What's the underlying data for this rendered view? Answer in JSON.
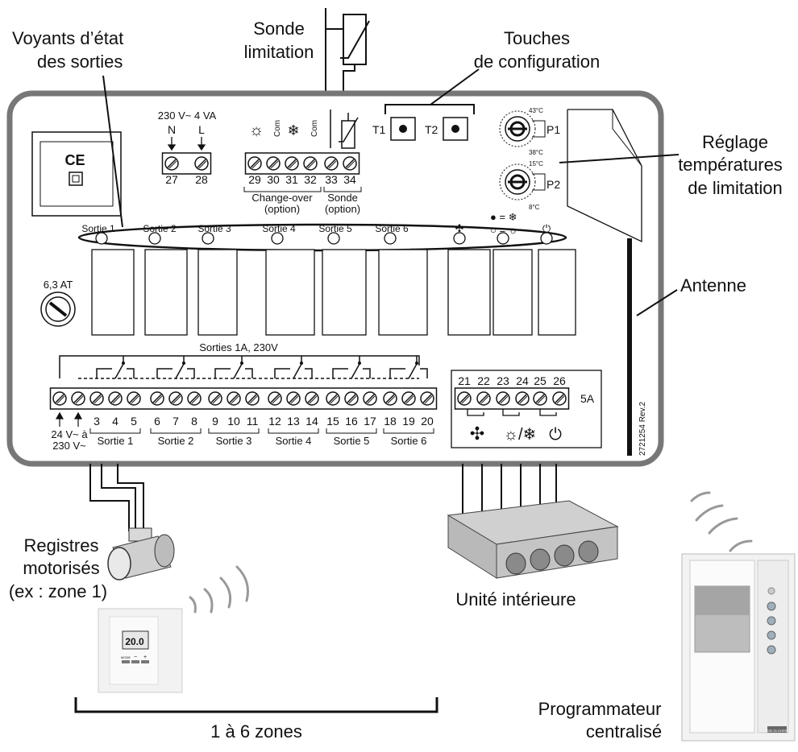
{
  "callouts": {
    "status_leds": [
      "Voyants d’état",
      "des sorties"
    ],
    "sensor": [
      "Sonde",
      "limitation"
    ],
    "config_keys": [
      "Touches",
      "de configuration"
    ],
    "temp_setting": [
      "Réglage",
      "températures",
      "de limitation"
    ],
    "antenna": "Antenne",
    "dampers": [
      "Registres",
      "motorisés",
      "(ex : zone 1)"
    ],
    "indoor_unit": "Unité intérieure",
    "programmer": [
      "Programmateur",
      "centralisé"
    ],
    "zones": "1 à 6 zones"
  },
  "board": {
    "ce_mark": "CE",
    "power_rating": "230 V~ 4 VA",
    "power_n": "N",
    "power_l": "L",
    "power_terminals": [
      "27",
      "28"
    ],
    "co_terminals": [
      "29",
      "30",
      "31",
      "32",
      "33",
      "34"
    ],
    "com_label": "Com",
    "change_over": [
      "Change-over",
      "(option)"
    ],
    "sonde_option": [
      "Sonde",
      "(option)"
    ],
    "t1": "T1",
    "t2": "T2",
    "p1": "P1",
    "p2": "P2",
    "p1_max": "43°C",
    "p1_min": "38°C",
    "p2_max": "15°C",
    "p2_min": "8°C",
    "fuse": "6,3 AT",
    "led_labels": [
      "Sortie 1",
      "Sortie 2",
      "Sortie 3",
      "Sortie 4",
      "Sortie 5",
      "Sortie 6"
    ],
    "mode_legend_1": "● = ❄",
    "mode_legend_2": "○ = ☼",
    "outputs_title": "Sorties 1A, 230V",
    "out_terminals": [
      "3",
      "4",
      "5",
      "6",
      "7",
      "8",
      "9",
      "10",
      "11",
      "12",
      "13",
      "14",
      "15",
      "16",
      "17",
      "18",
      "19",
      "20"
    ],
    "supply_label": [
      "24 V~ à",
      "230 V~"
    ],
    "sortie_labels": [
      "Sortie 1",
      "Sortie 2",
      "Sortie 3",
      "Sortie 4",
      "Sortie 5",
      "Sortie 6"
    ],
    "aux_terminals": [
      "21",
      "22",
      "23",
      "24",
      "25",
      "26"
    ],
    "aux_rating": "5A",
    "ref": "2721254  Rev.2"
  },
  "thermostat": {
    "display": "20.0",
    "buttons": [
      "MODE",
      "−",
      "+"
    ]
  },
  "programmer_device": {
    "brand": "DELTA DORE"
  }
}
